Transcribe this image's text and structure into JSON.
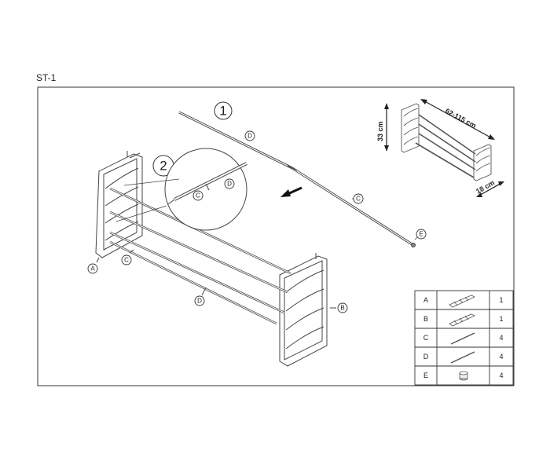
{
  "title": "ST-1",
  "steps": [
    "1",
    "2"
  ],
  "dimensions": {
    "width": "62-115 cm",
    "height": "33 cm",
    "depth": "18 cm"
  },
  "part_labels": {
    "a": "A",
    "b": "B",
    "c": "C",
    "d": "D",
    "e": "E"
  },
  "parts_table": [
    {
      "part": "A",
      "qty": "1",
      "icon": "side-frame-icon"
    },
    {
      "part": "B",
      "qty": "1",
      "icon": "side-frame-icon"
    },
    {
      "part": "C",
      "qty": "4",
      "icon": "rod-icon"
    },
    {
      "part": "D",
      "qty": "4",
      "icon": "rod-icon"
    },
    {
      "part": "E",
      "qty": "4",
      "icon": "end-cap-icon"
    }
  ]
}
